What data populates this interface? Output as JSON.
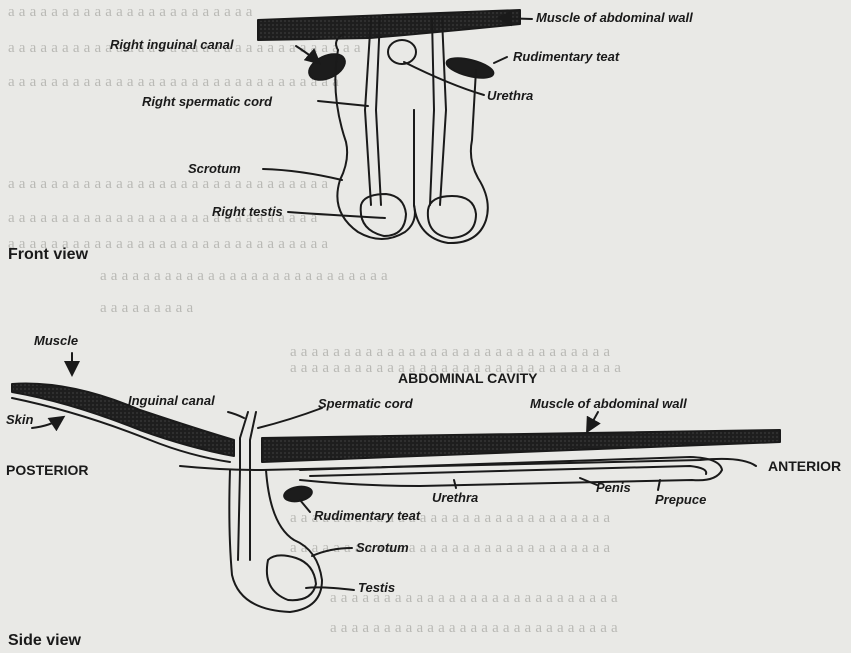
{
  "front_view": {
    "heading": "Front view",
    "labels": {
      "muscle_abdominal_wall": "Muscle of abdominal wall",
      "right_inguinal_canal": "Right inguinal canal",
      "rudimentary_teat": "Rudimentary teat",
      "urethra": "Urethra",
      "right_spermatic_cord": "Right spermatic cord",
      "scrotum": "Scrotum",
      "right_testis": "Right testis"
    }
  },
  "side_view": {
    "heading": "Side view",
    "labels": {
      "muscle": "Muscle",
      "abdominal_cavity": "ABDOMINAL CAVITY",
      "skin": "Skin",
      "inguinal_canal": "Inguinal canal",
      "spermatic_cord": "Spermatic cord",
      "muscle_abdominal_wall": "Muscle of abdominal wall",
      "posterior": "POSTERIOR",
      "anterior": "ANTERIOR",
      "urethra": "Urethra",
      "penis": "Penis",
      "prepuce": "Prepuce",
      "rudimentary_teat": "Rudimentary teat",
      "scrotum": "Scrotum",
      "testis": "Testis"
    }
  },
  "colors": {
    "ink": "#1a1a1a",
    "paper": "#e9e9e6",
    "bleed": "#b9b9b5"
  }
}
